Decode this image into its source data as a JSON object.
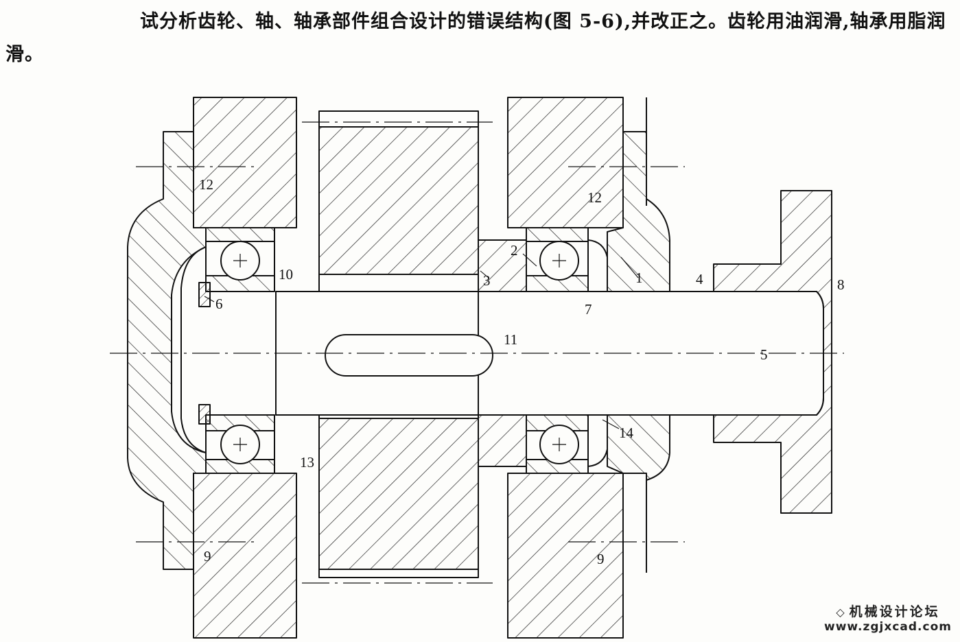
{
  "question": {
    "text": "试分析齿轮、轴、轴承部件组合设计的错误结构(图 5-6),并改正之。齿轮用油润滑,轴承用脂润滑。"
  },
  "figure": {
    "labels": [
      "1",
      "2",
      "3",
      "4",
      "5",
      "6",
      "7",
      "8",
      "9",
      "9",
      "10",
      "11",
      "12",
      "12",
      "13",
      "14"
    ]
  },
  "watermark": {
    "icon": "◇",
    "title": "机械设计论坛",
    "url": "www.zgjxcad.com"
  }
}
